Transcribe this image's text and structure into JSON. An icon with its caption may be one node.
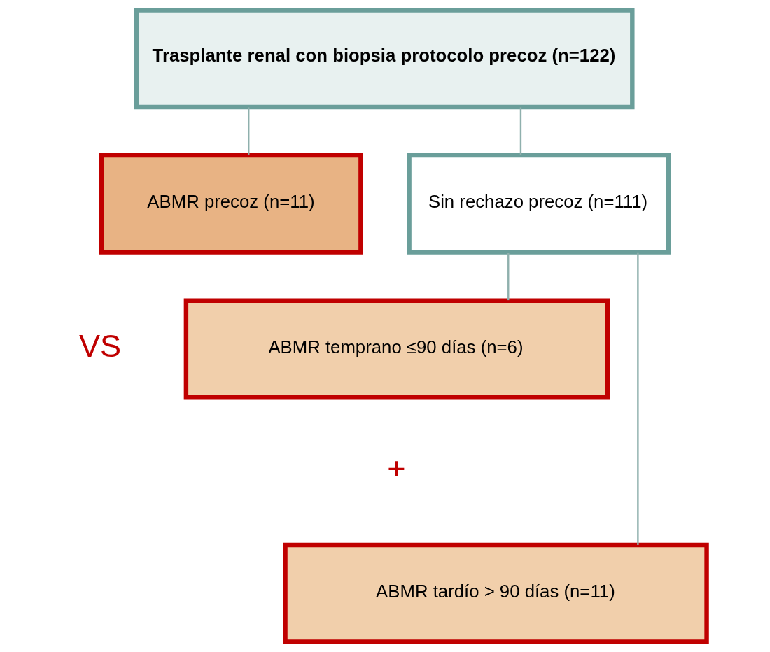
{
  "diagram": {
    "nodes": [
      {
        "text": [
          "Trasplante renal con biopsia protocolo precoz (n=122)"
        ]
      },
      {
        "text": [
          "ABMR precoz (n=11)"
        ]
      },
      {
        "text": [
          "Sin rechazo precoz (n=111)"
        ]
      },
      {
        "text": [
          "ABMR temprano ≤90 días (n=6)"
        ]
      },
      {
        "text": [
          "ABMR tardío > 90 días (n=11)"
        ]
      }
    ],
    "edges": [
      {
        "from": 0,
        "to": 1,
        "arrow": "none"
      },
      {
        "from": 0,
        "to": 2,
        "arrow": "none"
      },
      {
        "from": 2,
        "to": 3,
        "arrow": "none"
      },
      {
        "from": 2,
        "to": 4,
        "arrow": "none"
      }
    ],
    "labels": [
      "VS",
      "+"
    ]
  }
}
